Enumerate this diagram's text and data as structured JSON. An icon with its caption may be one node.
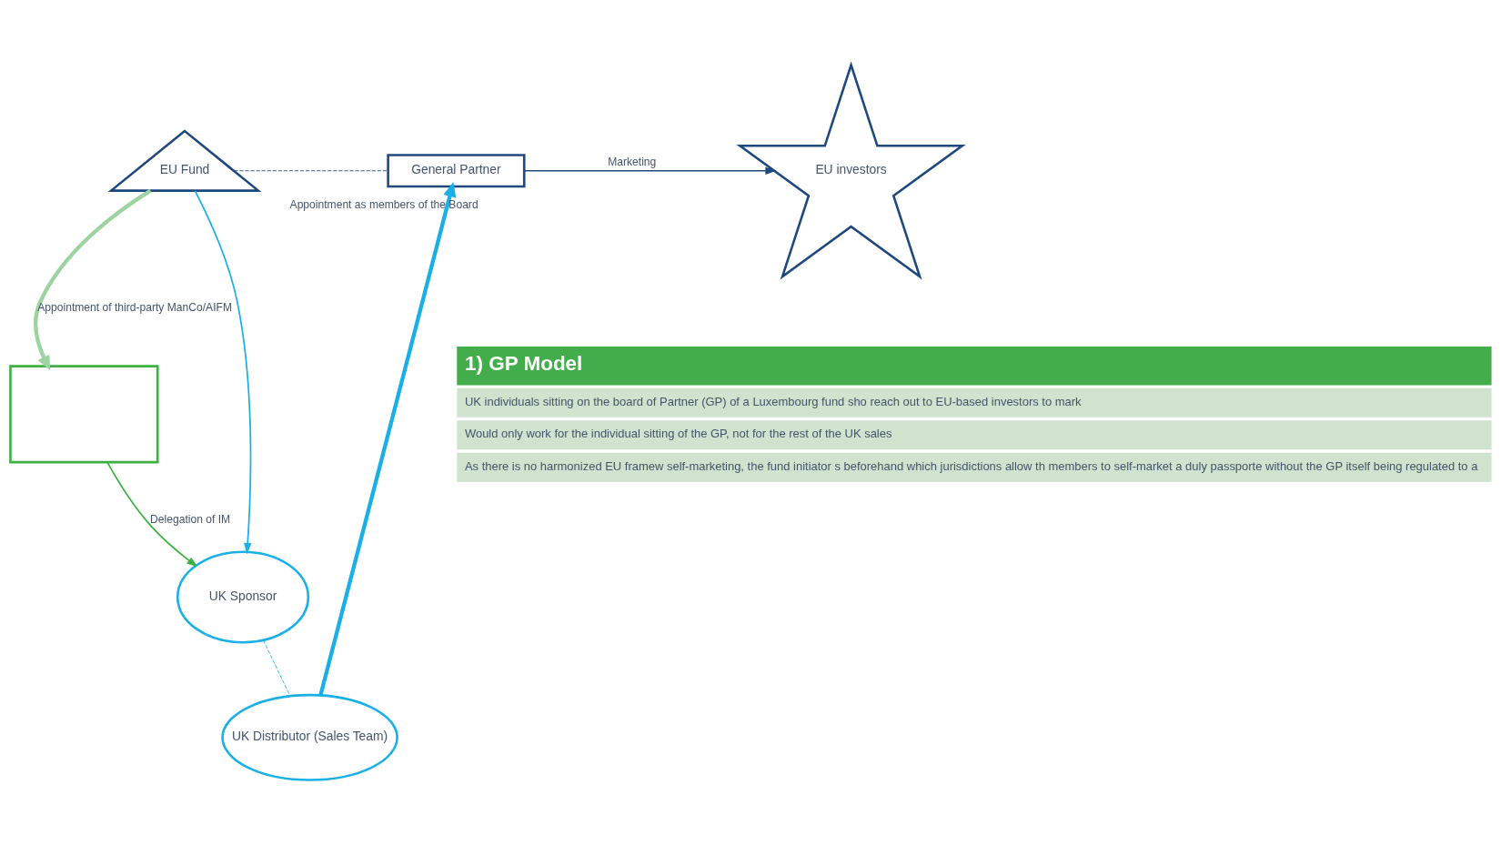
{
  "diagram": {
    "nodes": [
      {
        "text": [
          "EU Fund"
        ]
      },
      {
        "text": [
          "General Partner"
        ]
      },
      {
        "text": [
          "EU investors"
        ]
      },
      {
        "text": [],
        "shape": "box"
      },
      {
        "text": [
          "UK Sponsor"
        ]
      },
      {
        "text": [
          "UK Distributor (Sales Team)"
        ]
      },
      {
        "text": [
          "1) GP Model",
          "UK individuals sitting on the board of Partner (GP) of a Luxembourg fund sho reach out to EU-based investors to mark",
          "Would only work for the individual sitting of the GP, not for the rest of the UK sales",
          "As there is no harmonized EU framew self-marketing, the fund initiator s beforehand which jurisdictions allow th members to self-market a duly passporte without the GP itself being regulated to a"
        ]
      }
    ],
    "edges": [
      {
        "from": 0,
        "to": 3,
        "arrow": "to",
        "label": "Appointment of third-party ManCo/AIFM",
        "style": "thick",
        "color": "#9dd3a0"
      },
      {
        "from": 0,
        "to": 1,
        "arrow": "none",
        "style": "dashed",
        "color": "#1f497d"
      },
      {
        "from": 1,
        "to": 2,
        "arrow": "to",
        "label": "Marketing",
        "color": "#1f497d"
      },
      {
        "from": 0,
        "to": 4,
        "arrow": "to",
        "color": "#1ab0e6"
      },
      {
        "from": 3,
        "to": 4,
        "arrow": "to",
        "label": "Delegation of IM",
        "color": "#3cb043"
      },
      {
        "from": 4,
        "to": 5,
        "arrow": "none",
        "style": "dashed",
        "color": "#1ab0e6"
      },
      {
        "from": 5,
        "to": 1,
        "arrow": "to",
        "label": "Appointment as members of the Board",
        "style": "thick",
        "color": "#1ab0e6"
      }
    ]
  }
}
